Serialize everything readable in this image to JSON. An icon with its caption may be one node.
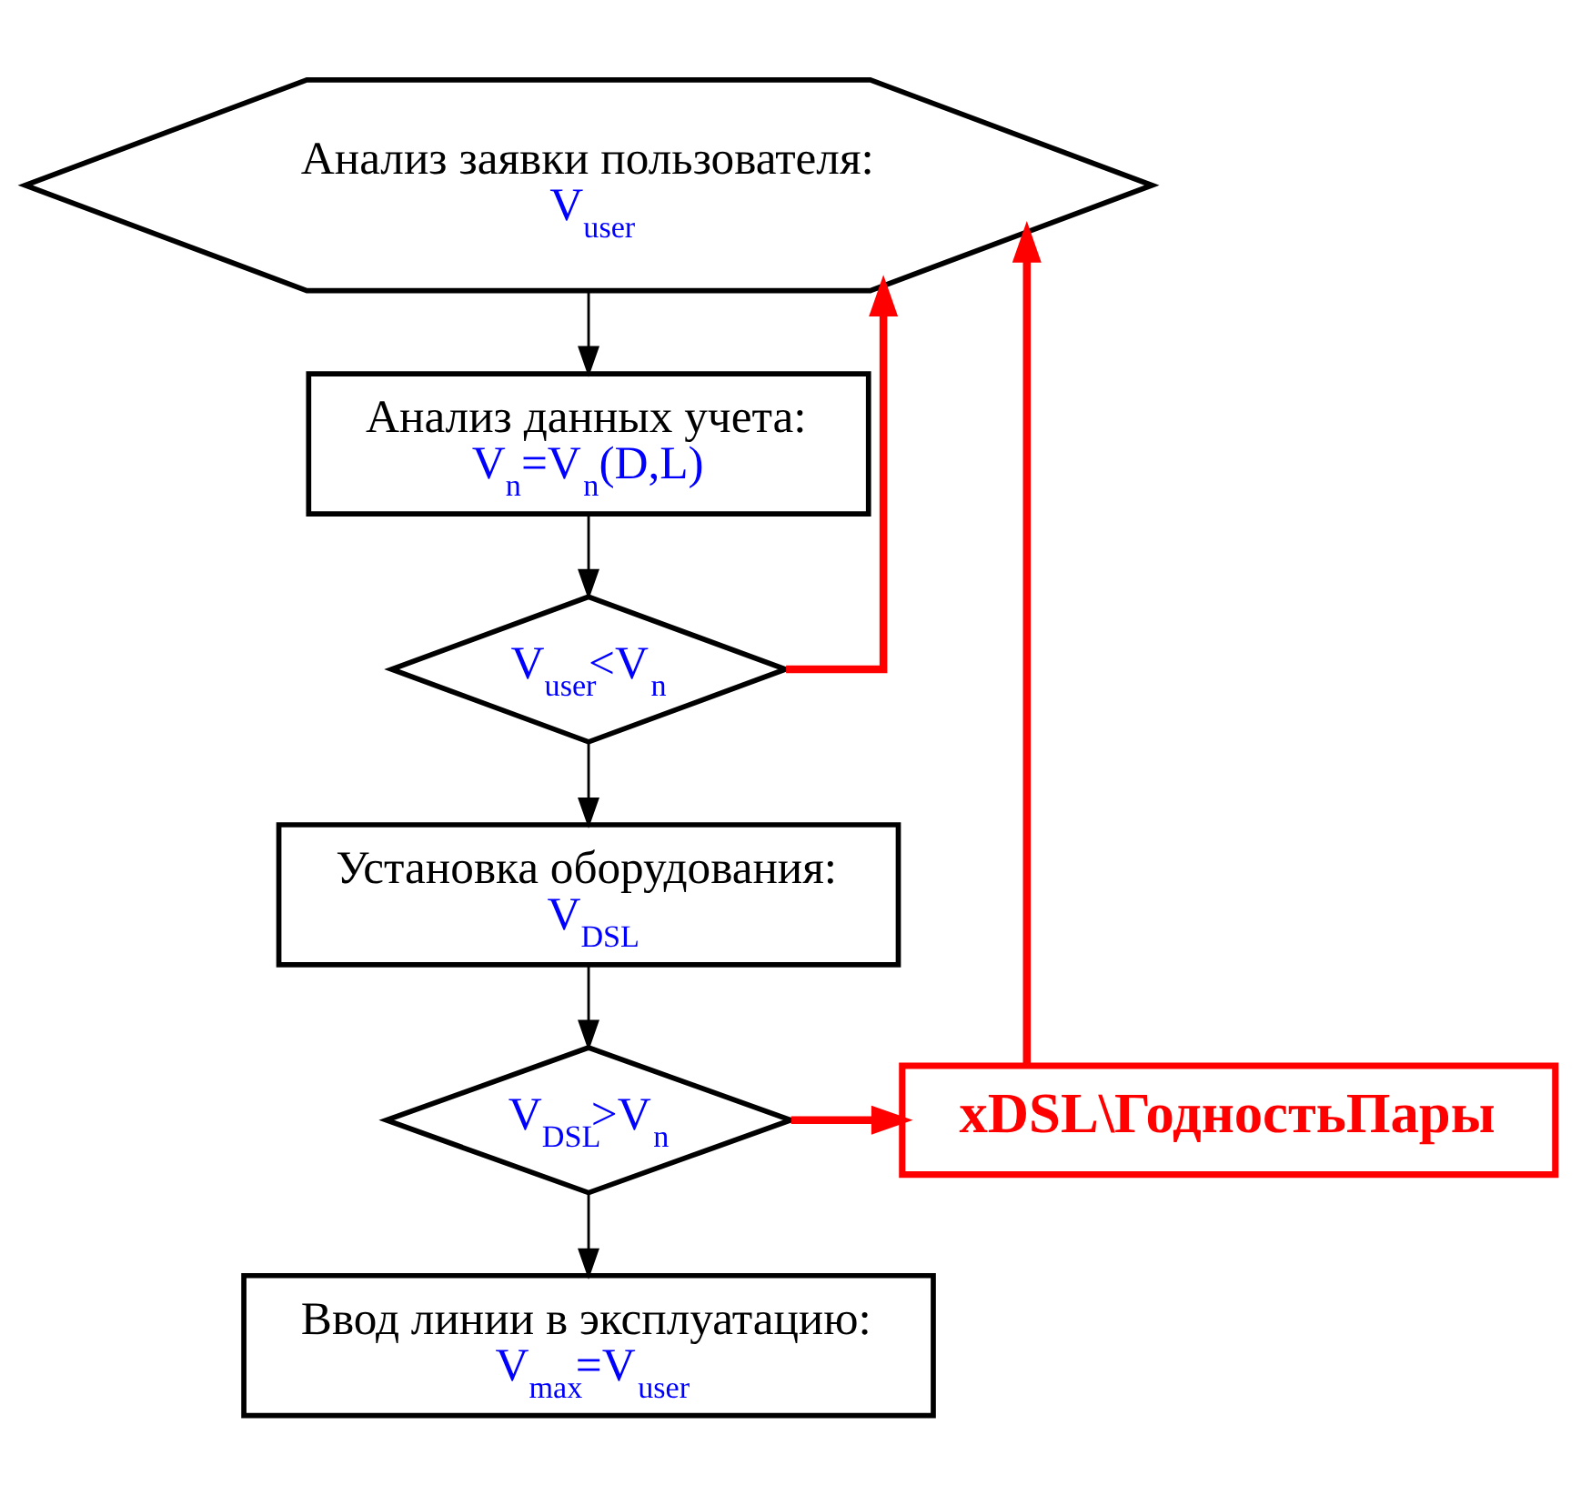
{
  "diagram": {
    "nodes": [
      {
        "text": [
          "Анализ заявки пользователя:",
          "V$_{user}$"
        ]
      },
      {
        "text": [
          "Анализ данных учета:",
          "V$_{n}$=V$_{n}$(D,L)"
        ]
      },
      {
        "text": [
          "V$_{user}$<V$_{n}$"
        ]
      },
      {
        "text": [
          "Установка оборудования:",
          "V$_{DSL}$"
        ]
      },
      {
        "text": [
          "V$_{DSL}$>V$_{n}$"
        ]
      },
      {
        "text": [
          "xDSL\\ГодностьПары"
        ]
      },
      {
        "text": [
          "Ввод линии в эксплуатацию:",
          "V$_{max}$=V$_{user}$"
        ]
      }
    ],
    "edges": [
      {
        "from": 0,
        "to": 1,
        "arrow": "to"
      },
      {
        "from": 1,
        "to": 2,
        "arrow": "to"
      },
      {
        "from": 2,
        "to": 0,
        "arrow": "to",
        "style": "thick",
        "color": "#ff0000"
      },
      {
        "from": 2,
        "to": 3,
        "arrow": "to"
      },
      {
        "from": 3,
        "to": 4,
        "arrow": "to"
      },
      {
        "from": 4,
        "to": 5,
        "arrow": "to",
        "style": "thick",
        "color": "#ff0000"
      },
      {
        "from": 5,
        "to": 0,
        "arrow": "to",
        "style": "thick",
        "color": "#ff0000"
      },
      {
        "from": 4,
        "to": 6,
        "arrow": "to"
      }
    ]
  }
}
